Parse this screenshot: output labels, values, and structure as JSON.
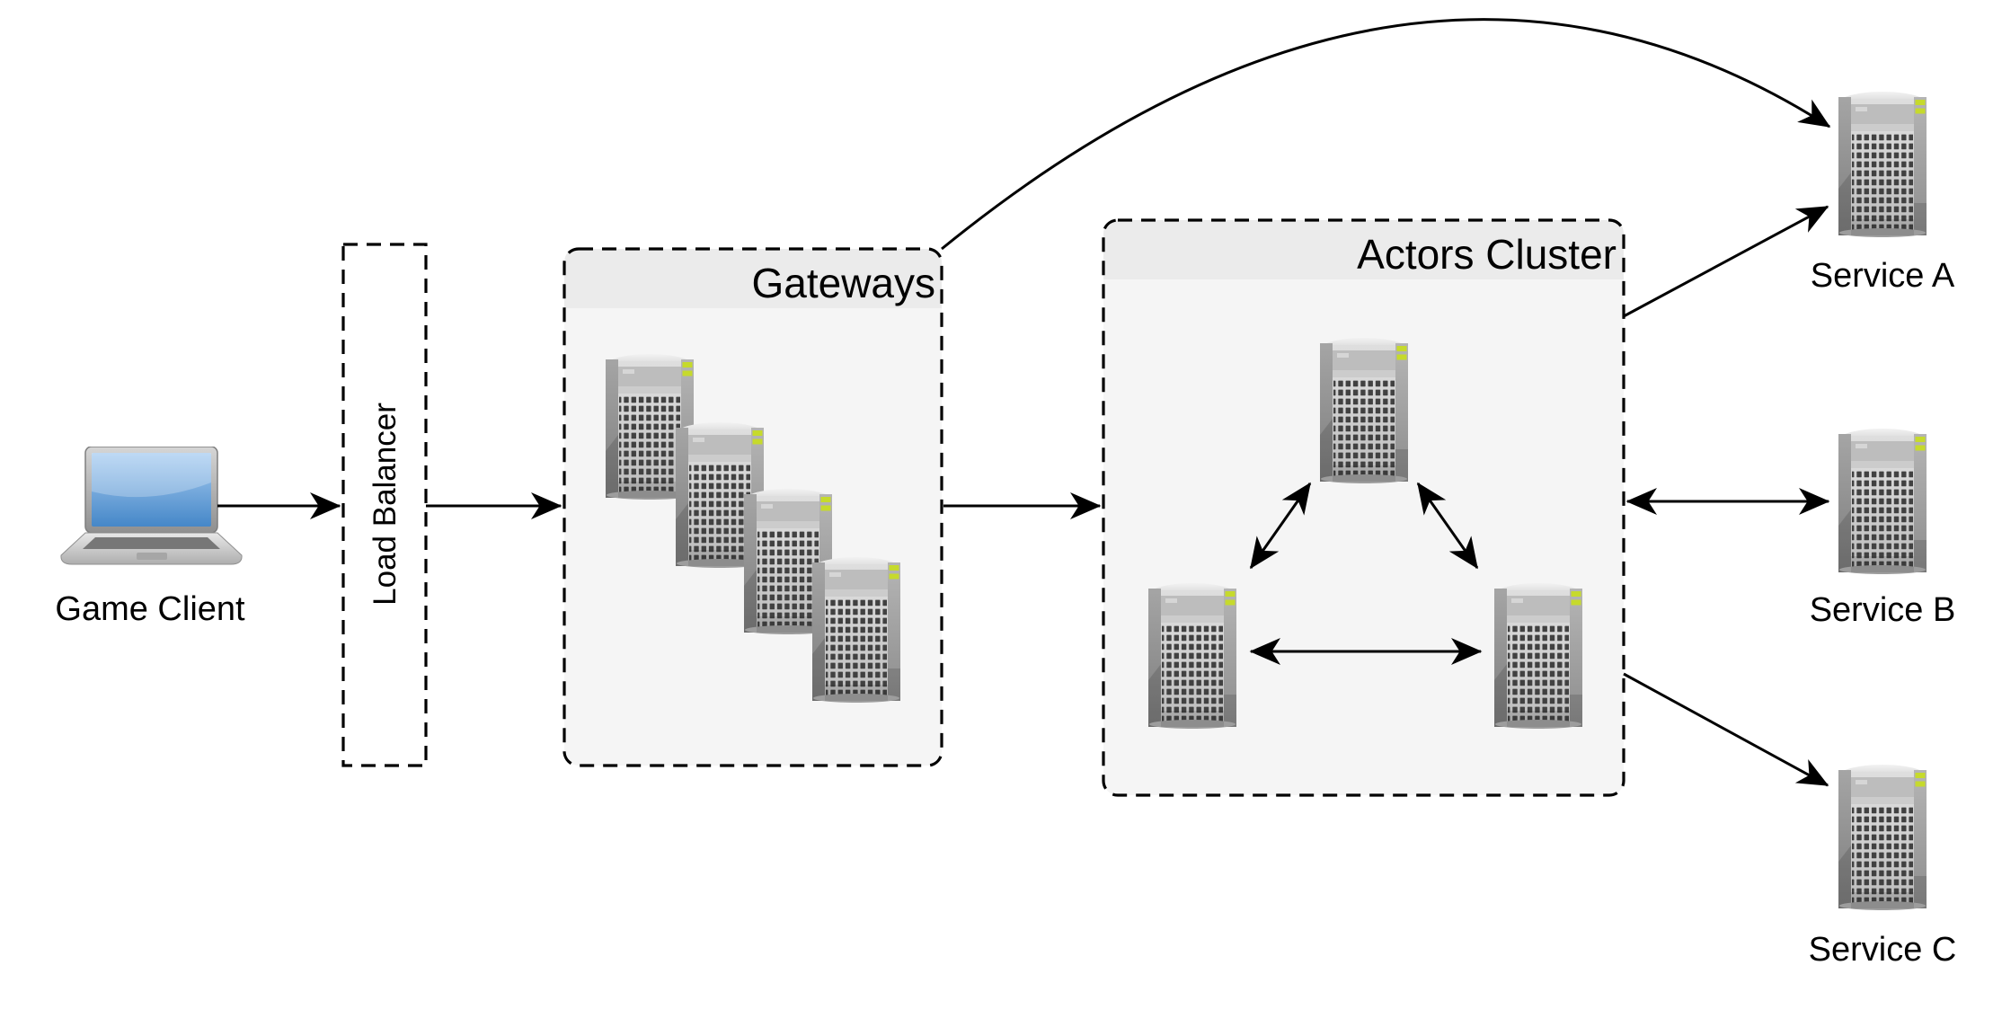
{
  "diagram": {
    "type": "architecture-diagram",
    "background": "#ffffff",
    "nodes": {
      "game_client": {
        "label": "Game Client",
        "icon": "laptop-icon"
      },
      "load_balancer": {
        "label": "Load Balancer",
        "shape": "dashed-rectangle",
        "label_orientation": "vertical"
      },
      "gateways": {
        "title": "Gateways",
        "shape": "dashed-container",
        "server_count": 4,
        "icon": "server-icon"
      },
      "actors_cluster": {
        "title": "Actors Cluster",
        "shape": "dashed-container",
        "server_count": 3,
        "icon": "server-icon"
      },
      "service_a": {
        "label": "Service A",
        "icon": "server-icon"
      },
      "service_b": {
        "label": "Service B",
        "icon": "server-icon"
      },
      "service_c": {
        "label": "Service C",
        "icon": "server-icon"
      }
    },
    "edges": [
      {
        "from": "game_client",
        "to": "load_balancer",
        "type": "arrow"
      },
      {
        "from": "load_balancer",
        "to": "gateways",
        "type": "arrow"
      },
      {
        "from": "gateways",
        "to": "actors_cluster",
        "type": "arrow"
      },
      {
        "from": "gateways",
        "to": "service_a",
        "type": "arrow",
        "path": "curved-over-top"
      },
      {
        "from": "actors_cluster",
        "to": "service_a",
        "type": "arrow"
      },
      {
        "from": "actors_cluster",
        "to": "service_b",
        "type": "double-arrow"
      },
      {
        "from": "actors_cluster",
        "to": "service_c",
        "type": "arrow"
      },
      {
        "from": "actor_server_top",
        "to": "actor_server_bottom_left",
        "type": "double-arrow"
      },
      {
        "from": "actor_server_top",
        "to": "actor_server_bottom_right",
        "type": "double-arrow"
      },
      {
        "from": "actor_server_bottom_left",
        "to": "actor_server_bottom_right",
        "type": "double-arrow"
      }
    ],
    "colors": {
      "container_header": "#ebebeb",
      "container_body": "#f5f5f5",
      "border": "#000000",
      "label_text": "#000000",
      "laptop_screen_blue": "#4587c8",
      "server_led_green": "#c6da2c",
      "server_gray": "#c6c6c6"
    }
  }
}
